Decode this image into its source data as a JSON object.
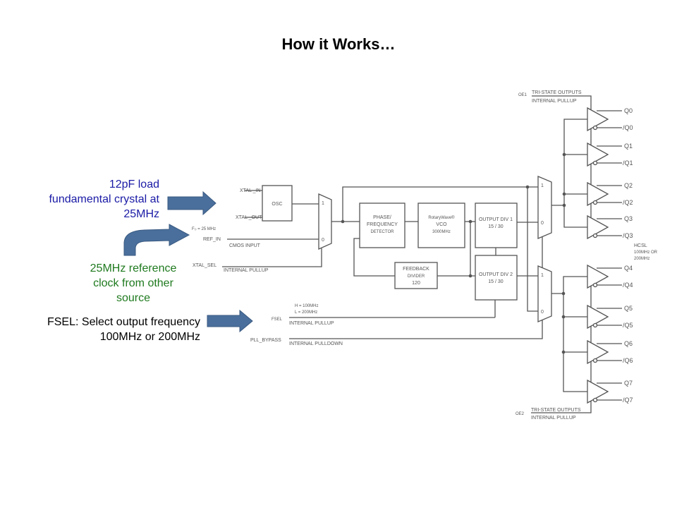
{
  "title": "How it Works…",
  "callouts": {
    "crystal": [
      "12pF load",
      "fundamental crystal at",
      "25MHz"
    ],
    "reference": [
      "25MHz reference",
      "clock from other",
      "source"
    ],
    "fsel": [
      "FSEL: Select output frequency",
      "100MHz or 200MHz"
    ]
  },
  "colors": {
    "arrow": "#4a6f9c",
    "blue_text": "#1a1aa6",
    "green_text": "#1f7a1f"
  },
  "diagram": {
    "inputs": {
      "xtal_in": "XTAL _IN",
      "xtal_out": "XTAL _OUT",
      "fref": "F₍₎ = 25 MHz",
      "ref_in": "REF_IN",
      "cmos_input": "CMOS INPUT",
      "xtal_sel": "XTAL_SEL",
      "internal_pullup": "INTERNAL PULLUP",
      "fsel_h": "H = 100MHz",
      "fsel_l": "L = 200MHz",
      "fsel": "FSEL",
      "fsel_pullup": "INTERNAL PULLUP",
      "pll_bypass": "PLL_BYPASS",
      "internal_pulldown": "INTERNAL PULLDOWN"
    },
    "blocks": {
      "osc": "OSC",
      "pfd": [
        "PHASE/",
        "FREQUENCY",
        "DETECTOR"
      ],
      "vco": [
        "RotaryWave®",
        "VCO",
        "3000MHz"
      ],
      "div1": [
        "OUTPUT DIV 1",
        "15 / 30"
      ],
      "div2": [
        "OUTPUT DIV 2",
        "15 / 30"
      ],
      "feedback": [
        "FEEDBACK",
        "DIVIDER",
        "120"
      ]
    },
    "mux_labels": {
      "one": "1",
      "zero": "0"
    },
    "outputs": {
      "oe1": "OE1",
      "oe2": "OE2",
      "tristate": "TRI-STATE OUTPUTS",
      "pullup": "INTERNAL PULLUP",
      "hcsl": [
        "HCSL",
        "100MHz OR",
        "200MHz"
      ],
      "pins": [
        [
          "Q0",
          "/Q0"
        ],
        [
          "Q1",
          "/Q1"
        ],
        [
          "Q2",
          "/Q2"
        ],
        [
          "Q3",
          "/Q3"
        ],
        [
          "Q4",
          "/Q4"
        ],
        [
          "Q5",
          "/Q5"
        ],
        [
          "Q6",
          "/Q6"
        ],
        [
          "Q7",
          "/Q7"
        ]
      ]
    }
  }
}
